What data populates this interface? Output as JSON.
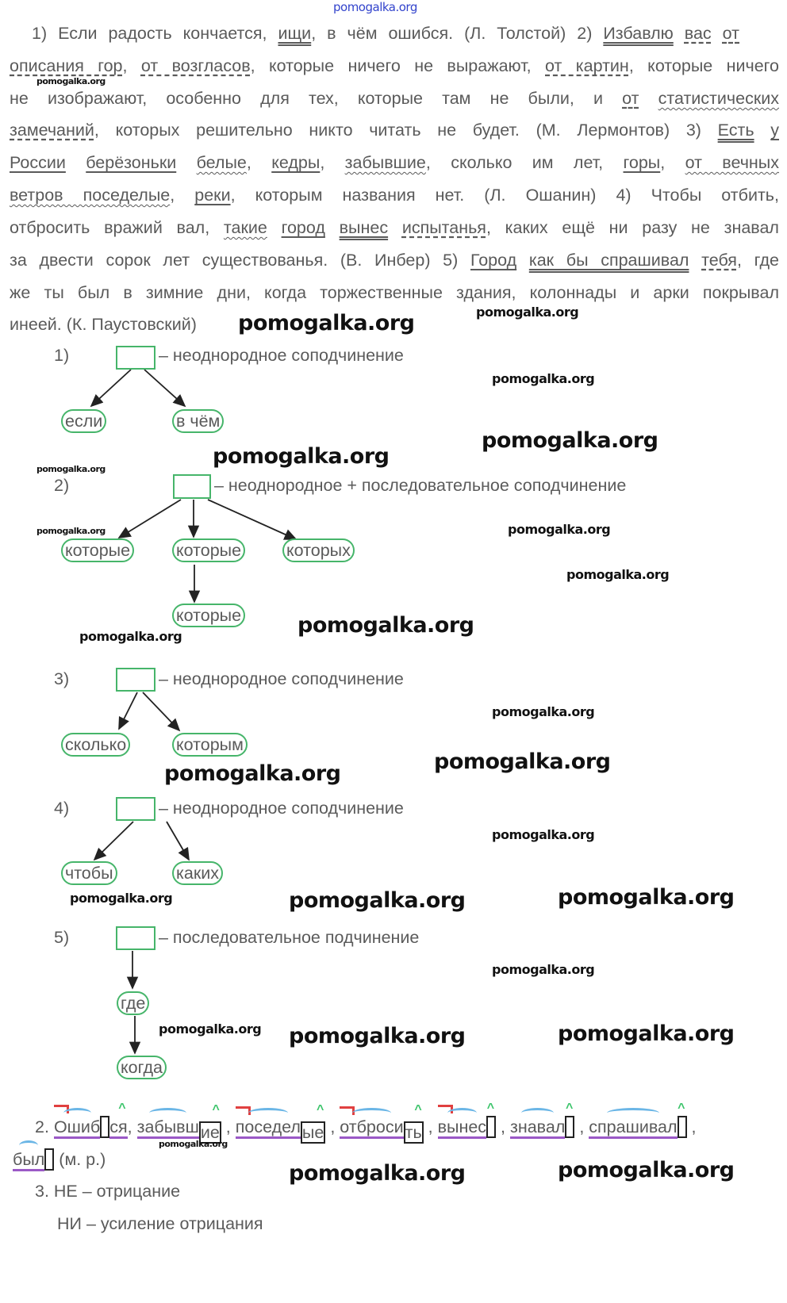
{
  "watermark": "pomogalka.org",
  "text_lines": [
    [
      [
        "1) Если радость кончается, ",
        ""
      ],
      [
        "ищи",
        "p"
      ],
      [
        ", в чём ошибся. (Л. Толстой) 2) ",
        ""
      ],
      [
        "Избавлю",
        "p"
      ],
      [
        " ",
        ""
      ],
      [
        "вас",
        "o"
      ],
      [
        " ",
        ""
      ],
      [
        "от",
        "o"
      ]
    ],
    [
      [
        "описания гор",
        "o"
      ],
      [
        ", ",
        ""
      ],
      [
        "от возгласов",
        "o"
      ],
      [
        ", которые ничего не выражают, ",
        ""
      ],
      [
        "от картин",
        "o"
      ],
      [
        ", которые ничего",
        ""
      ]
    ],
    [
      [
        "не изображают, особенно для тех, которые там не были, и ",
        ""
      ],
      [
        "от",
        "o"
      ],
      [
        " ",
        ""
      ],
      [
        "статистических",
        "d"
      ]
    ],
    [
      [
        "замечаний",
        "o"
      ],
      [
        ", которых решительно никто читать не будет. (М. Лермонтов) 3) ",
        ""
      ],
      [
        "Есть",
        "p"
      ],
      [
        " ",
        ""
      ],
      [
        "у",
        "s"
      ]
    ],
    [
      [
        "России",
        "s"
      ],
      [
        " ",
        ""
      ],
      [
        "берёзоньки",
        "s"
      ],
      [
        " ",
        ""
      ],
      [
        "белые",
        "d"
      ],
      [
        ", ",
        ""
      ],
      [
        "кедры",
        "s"
      ],
      [
        ", ",
        ""
      ],
      [
        "забывшие",
        "d"
      ],
      [
        ", сколько им лет, ",
        ""
      ],
      [
        "горы",
        "s"
      ],
      [
        ", ",
        ""
      ],
      [
        "от вечных",
        "d"
      ]
    ],
    [
      [
        "ветров поседелые",
        "d"
      ],
      [
        ", ",
        ""
      ],
      [
        "реки",
        "s"
      ],
      [
        ", которым названия нет. (Л. Ошанин) 4) Чтобы отбить,",
        ""
      ]
    ],
    [
      [
        "отбросить вражий вал, ",
        ""
      ],
      [
        "такие",
        "d"
      ],
      [
        " ",
        ""
      ],
      [
        "город",
        "s"
      ],
      [
        " ",
        ""
      ],
      [
        "вынес",
        "p"
      ],
      [
        " ",
        ""
      ],
      [
        "испытанья",
        "o"
      ],
      [
        ", каких ещё ни разу не знавал",
        ""
      ]
    ],
    [
      [
        "за двести сорок лет существованья. (В. Инбер) 5) ",
        ""
      ],
      [
        "Город",
        "s"
      ],
      [
        " ",
        ""
      ],
      [
        "как бы спрашивал",
        "p"
      ],
      [
        " ",
        ""
      ],
      [
        "тебя",
        "o"
      ],
      [
        ", где",
        ""
      ]
    ],
    [
      [
        "же ты был в зимние дни, когда торжественные здания, колоннады и арки покрывал",
        ""
      ]
    ],
    [
      [
        "инеей. (К. Паустовский)",
        ""
      ]
    ]
  ],
  "diagrams": [
    {
      "num": "1)",
      "label": "– неоднородное соподчинение",
      "nodes": [
        "если",
        "в чём"
      ]
    },
    {
      "num": "2)",
      "label": "– неоднородное + последовательное соподчинение",
      "nodes": [
        "которые",
        "которые",
        "которых",
        "которые"
      ]
    },
    {
      "num": "3)",
      "label": "– неоднородное соподчинение",
      "nodes": [
        "сколько",
        "которым"
      ]
    },
    {
      "num": "4)",
      "label": "– неоднородное соподчинение",
      "nodes": [
        "чтобы",
        "каких"
      ]
    },
    {
      "num": "5)",
      "label": "– последовательное подчинение",
      "nodes": [
        "где",
        "когда"
      ]
    }
  ],
  "section2": {
    "num": "2.",
    "words": [
      {
        "stem": "Ошиб",
        "end": "",
        "after": "ся",
        "sep": ", "
      },
      {
        "stem": "забывш",
        "end": "ие",
        "after": "",
        "sep": " , "
      },
      {
        "stem": "поседел",
        "end": "ые",
        "after": "",
        "sep": " , "
      },
      {
        "stem": "отброси",
        "end": "ть",
        "after": "",
        "sep": " , "
      },
      {
        "stem": "вынес",
        "end": "",
        "after": "",
        "sep": " , "
      },
      {
        "stem": "знавал",
        "end": "",
        "after": "",
        "sep": " , "
      },
      {
        "stem": "спрашивал",
        "end": "",
        "after": "",
        "sep": " ,"
      }
    ],
    "last_word": {
      "stem": "был",
      "end": ""
    },
    "note": "(м. р.)"
  },
  "section3": {
    "line1": "3. НЕ – отрицание",
    "line2": "НИ – усиление отрицания"
  }
}
